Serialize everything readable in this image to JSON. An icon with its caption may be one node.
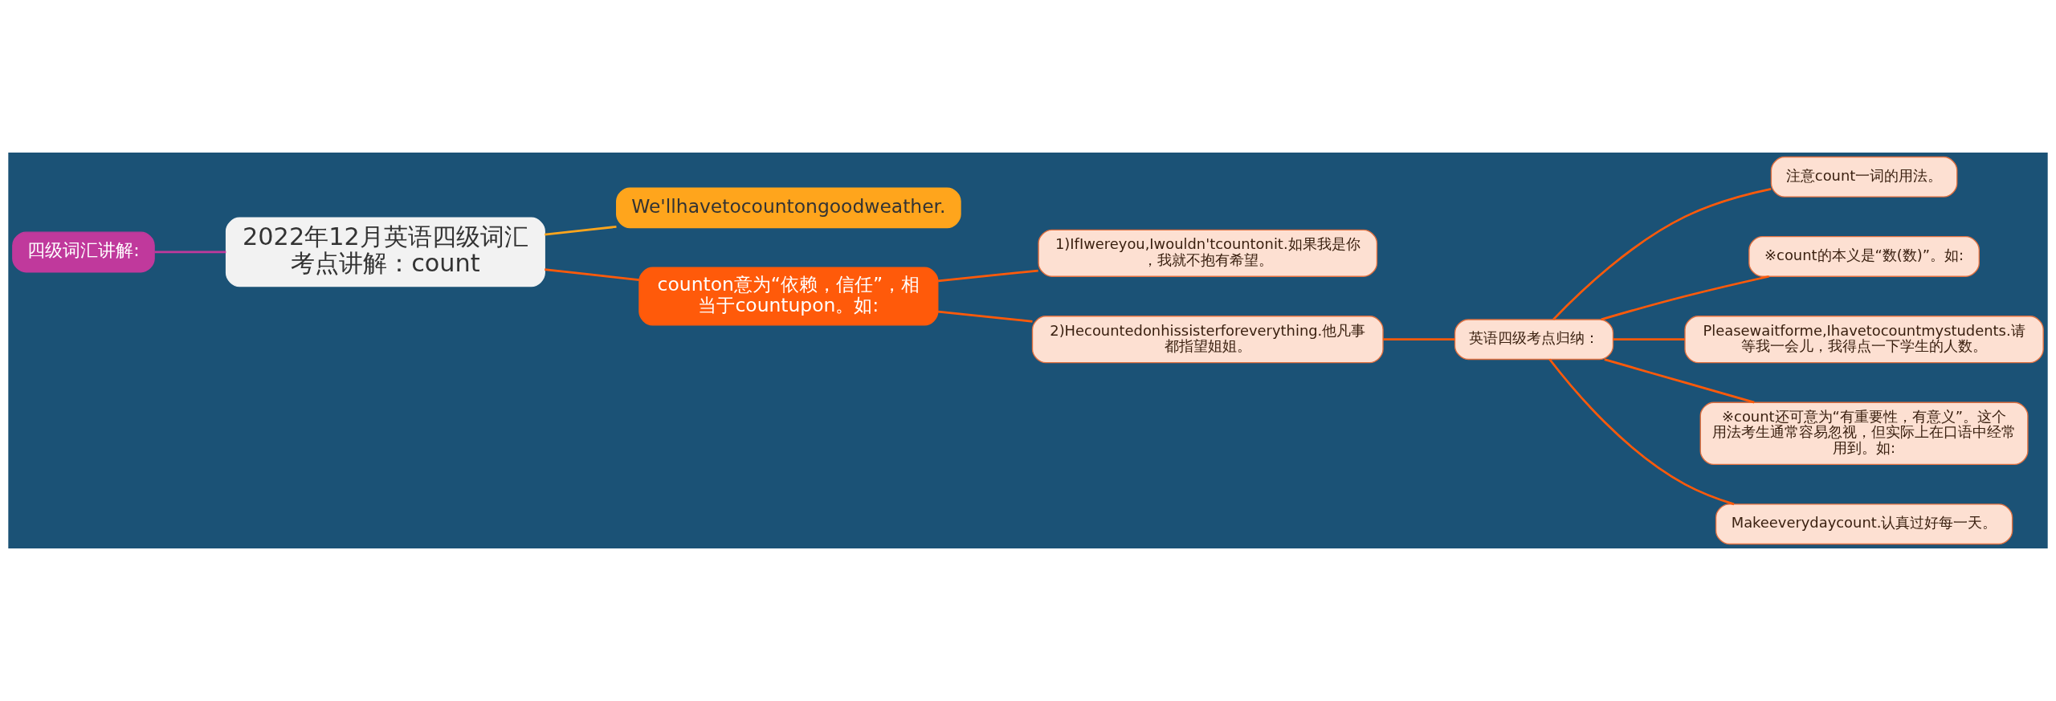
{
  "diagram": {
    "nodes": [
      {
        "text": [
          "四级词汇讲解:"
        ]
      },
      {
        "text": [
          "2022年12月英语四级词汇考点讲解：count"
        ]
      },
      {
        "text": [
          "We'llhavetocountongoodweather."
        ]
      },
      {
        "text": [
          "counton意为“依赖，信任”，相当于countupon。如:"
        ]
      },
      {
        "text": [
          "1)IfIwereyou,Iwouldn'tcountonit.如果我是你，我就不抱有希望。"
        ]
      },
      {
        "text": [
          "2)Hecountedonhissisterforeverything.他凡事都指望姐姐。"
        ]
      },
      {
        "text": [
          "英语四级考点归纳："
        ]
      },
      {
        "text": [
          "注意count一词的用法。"
        ]
      },
      {
        "text": [
          "※count的本义是“数(数)”。如:"
        ]
      },
      {
        "text": [
          "Pleasewaitforme,Ihavetocountmystudents.请等我一会儿，我得点一下学生的人数。"
        ]
      },
      {
        "text": [
          "※count还可意为“有重要性，有意义”。这个用法考生通常容易忽视，但实际上在口语中经常用到。如:"
        ]
      },
      {
        "text": [
          "Makeeverydaycount.认真过好每一天。"
        ]
      }
    ],
    "edges": [
      {
        "from": 0,
        "to": 1,
        "arrow": "none",
        "color": "#c0399c"
      },
      {
        "from": 1,
        "to": 2,
        "arrow": "none",
        "color": "#ffa51c"
      },
      {
        "from": 1,
        "to": 3,
        "arrow": "none"
      },
      {
        "from": 3,
        "to": 4,
        "arrow": "none"
      },
      {
        "from": 3,
        "to": 5,
        "arrow": "none"
      },
      {
        "from": 5,
        "to": 6,
        "arrow": "none"
      },
      {
        "from": 6,
        "to": 7,
        "arrow": "none"
      },
      {
        "from": 6,
        "to": 8,
        "arrow": "none"
      },
      {
        "from": 6,
        "to": 9,
        "arrow": "none"
      },
      {
        "from": 6,
        "to": 10,
        "arrow": "none"
      },
      {
        "from": 6,
        "to": 11,
        "arrow": "none"
      }
    ]
  }
}
